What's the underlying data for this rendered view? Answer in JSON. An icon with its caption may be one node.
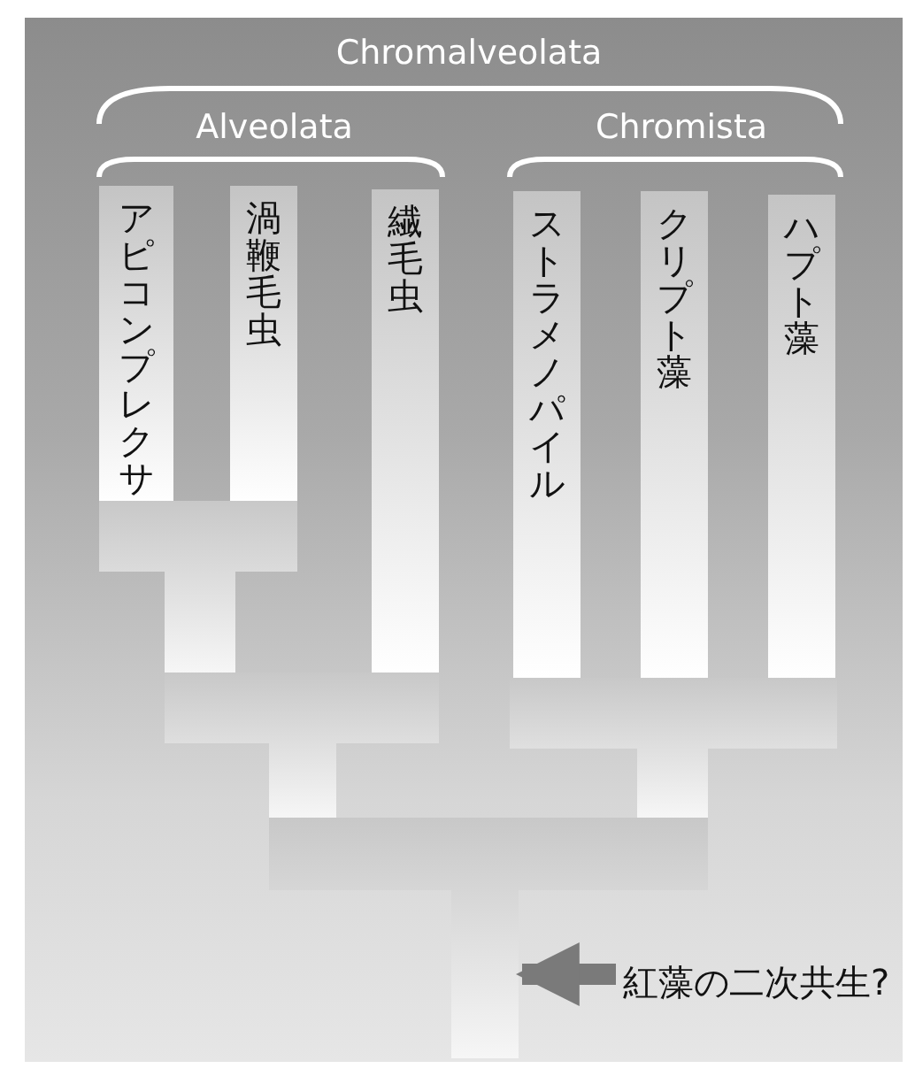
{
  "diagram": {
    "nodes": [
      {
        "text": [
          "アピコンプレクサ"
        ]
      },
      {
        "text": [
          "渦鞭毛虫"
        ]
      },
      {
        "text": [
          "繊毛虫"
        ]
      },
      {
        "text": [
          "ストラメノパイル"
        ]
      },
      {
        "text": [
          "クリプト藻"
        ]
      },
      {
        "text": [
          "ハプト藻"
        ]
      },
      {
        "text": [],
        "shape": "bar"
      },
      {
        "text": [],
        "shape": "bar"
      },
      {
        "text": [],
        "shape": "bar"
      },
      {
        "text": [],
        "shape": "bar"
      },
      {
        "text": [
          "紅藻の二次共生?"
        ]
      }
    ],
    "edges": [
      {
        "from": 10,
        "to": 9,
        "arrow": "to"
      }
    ],
    "labels": [
      "Chromalveolata",
      "Alveolata",
      "Chromista"
    ]
  }
}
